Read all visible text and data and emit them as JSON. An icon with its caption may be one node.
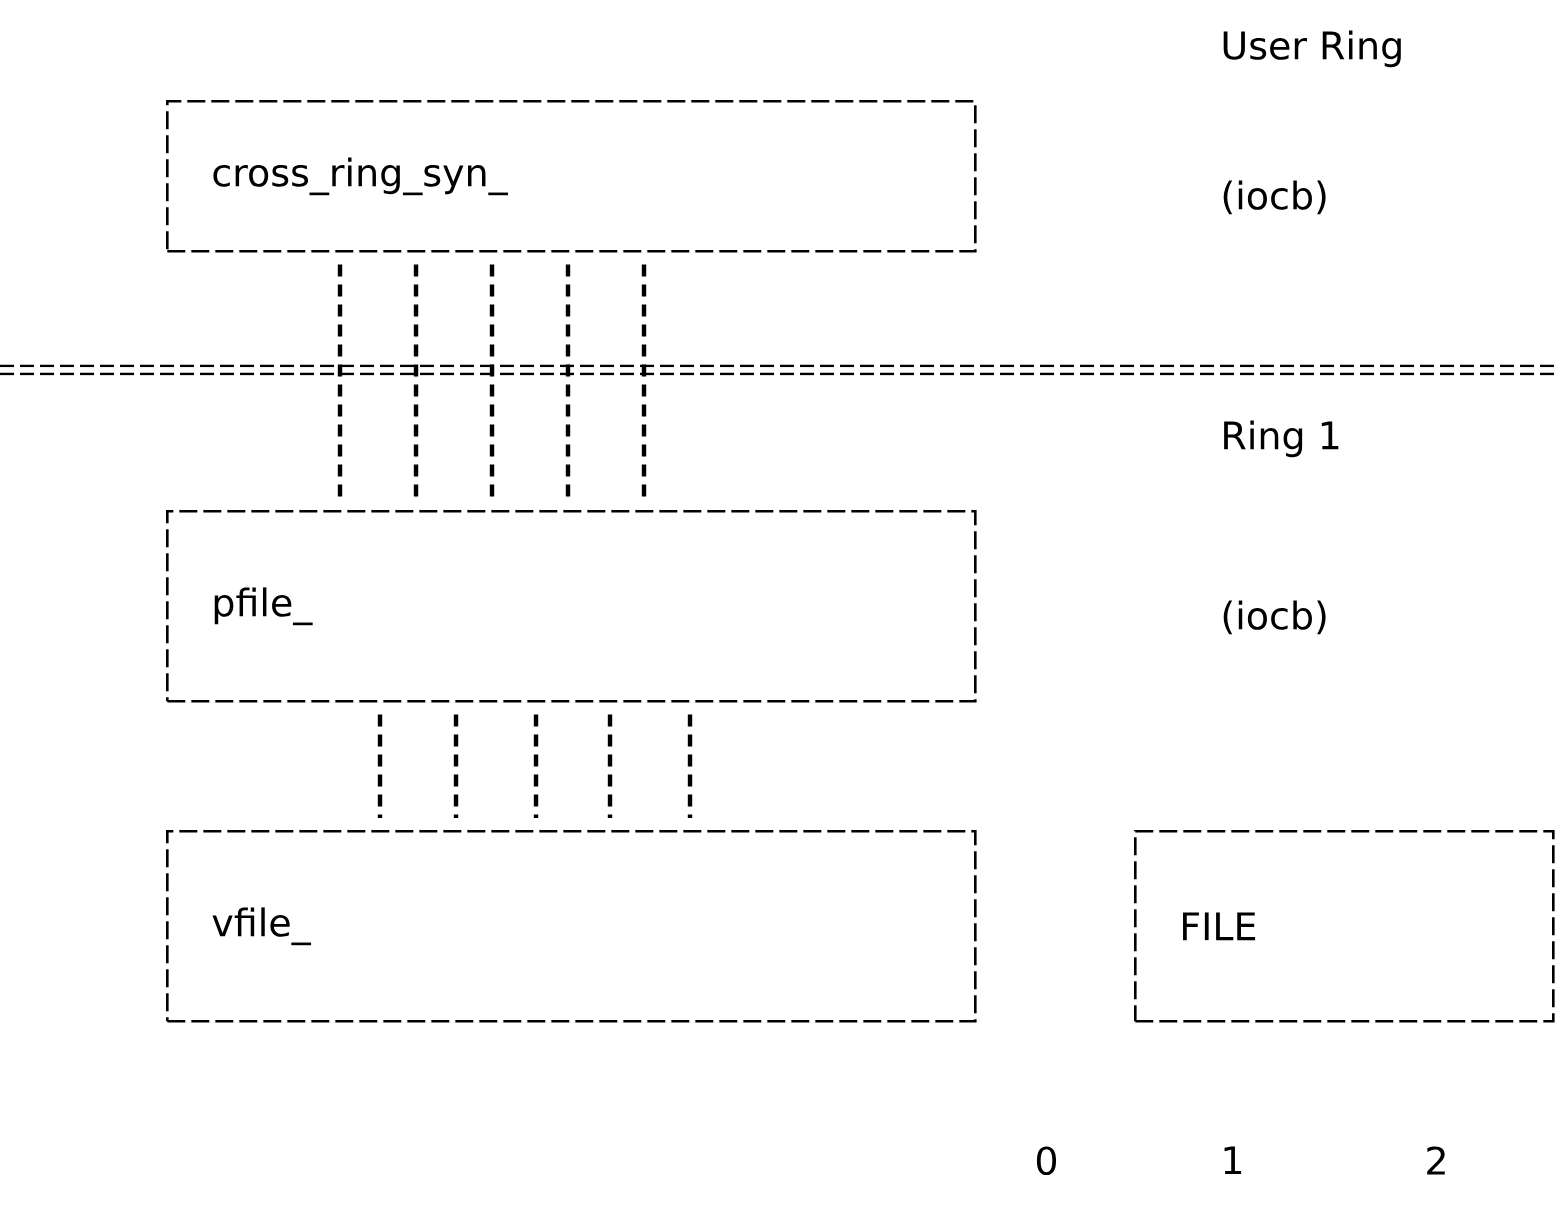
{
  "diagram": {
    "nodes": [
      {
        "text": [
          "cross_ring_syn_"
        ]
      },
      {
        "text": [
          "pfile_"
        ]
      },
      {
        "text": [
          "vfile_"
        ]
      },
      {
        "text": [
          "FILE"
        ]
      }
    ],
    "edges": [
      {
        "from": 0,
        "to": 1,
        "arrow": "none"
      },
      {
        "from": 0,
        "to": 1,
        "arrow": "none"
      },
      {
        "from": 0,
        "to": 1,
        "arrow": "none"
      },
      {
        "from": 0,
        "to": 1,
        "arrow": "none"
      },
      {
        "from": 0,
        "to": 1,
        "arrow": "none"
      },
      {
        "from": 1,
        "to": 2,
        "arrow": "none"
      },
      {
        "from": 1,
        "to": 2,
        "arrow": "none"
      },
      {
        "from": 1,
        "to": 2,
        "arrow": "none"
      },
      {
        "from": 1,
        "to": 2,
        "arrow": "none"
      },
      {
        "from": 1,
        "to": 2,
        "arrow": "none"
      }
    ],
    "labels": [
      "User Ring",
      "(iocb)",
      "Ring 1",
      "(iocb)",
      "0",
      "1",
      "2"
    ]
  }
}
